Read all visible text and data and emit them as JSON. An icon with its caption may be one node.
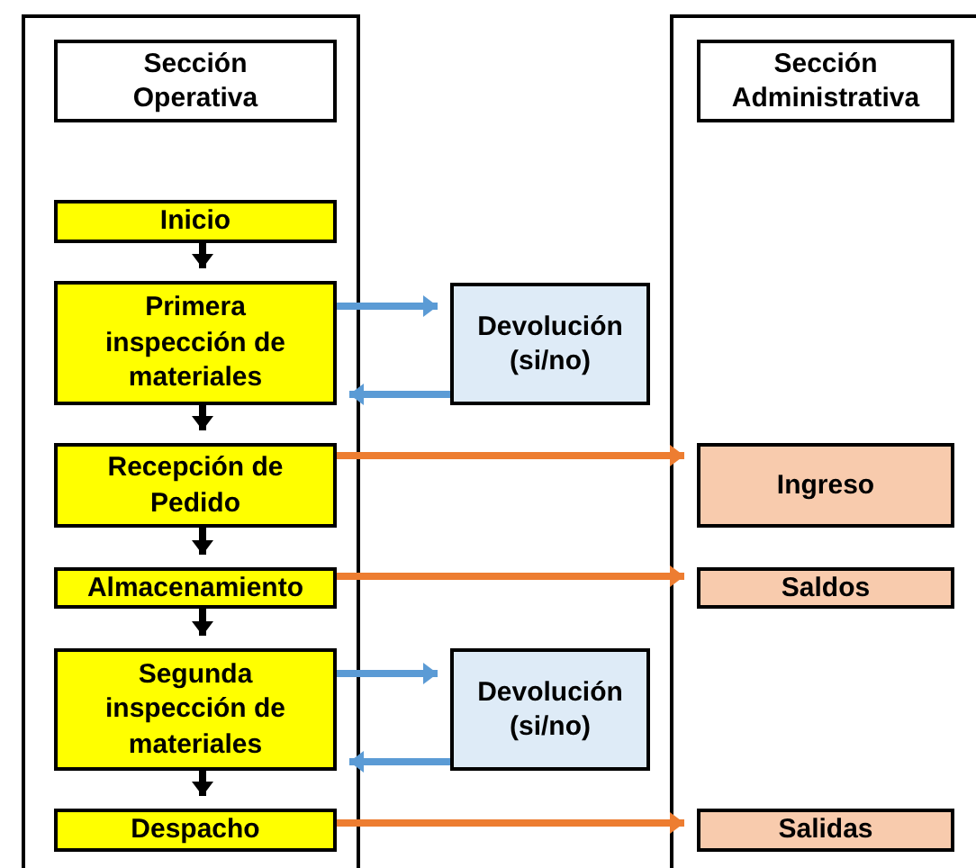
{
  "diagram": {
    "nodes": [
      {
        "text": [],
        "shape": "box"
      },
      {
        "text": [
          "Sección Operativa"
        ],
        "in": 0
      },
      {
        "text": [],
        "shape": "box"
      },
      {
        "text": [
          "Sección Administrativa"
        ],
        "in": 2
      },
      {
        "text": [
          "Inicio"
        ],
        "in": 0
      },
      {
        "text": [
          "Primera inspección de materiales"
        ],
        "in": 0
      },
      {
        "text": [
          "Devolución (si/no)"
        ]
      },
      {
        "text": [
          "Recepción de Pedido"
        ],
        "in": 0
      },
      {
        "text": [
          "Ingreso"
        ],
        "in": 2
      },
      {
        "text": [
          "Almacenamiento"
        ],
        "in": 0
      },
      {
        "text": [
          "Saldos"
        ],
        "in": 2
      },
      {
        "text": [
          "Segunda inspección de materiales"
        ],
        "in": 0
      },
      {
        "text": [
          "Devolución (si/no)"
        ]
      },
      {
        "text": [
          "Despacho"
        ],
        "in": 0
      },
      {
        "text": [
          "Salidas"
        ],
        "in": 2
      }
    ],
    "edges": [
      {
        "from": 4,
        "to": 5,
        "arrow": "to"
      },
      {
        "from": 5,
        "to": 7,
        "arrow": "to"
      },
      {
        "from": 7,
        "to": 9,
        "arrow": "to"
      },
      {
        "from": 9,
        "to": 11,
        "arrow": "to"
      },
      {
        "from": 11,
        "to": 13,
        "arrow": "to"
      },
      {
        "from": 5,
        "to": 6,
        "arrow": "to",
        "color": "#5b9bd5"
      },
      {
        "from": 6,
        "to": 5,
        "arrow": "to",
        "color": "#5b9bd5"
      },
      {
        "from": 7,
        "to": 8,
        "arrow": "to",
        "color": "#ed7d31"
      },
      {
        "from": 9,
        "to": 10,
        "arrow": "to",
        "color": "#ed7d31"
      },
      {
        "from": 11,
        "to": 12,
        "arrow": "to",
        "color": "#5b9bd5"
      },
      {
        "from": 12,
        "to": 11,
        "arrow": "to",
        "color": "#5b9bd5"
      },
      {
        "from": 13,
        "to": 14,
        "arrow": "to",
        "color": "#ed7d31"
      }
    ]
  }
}
